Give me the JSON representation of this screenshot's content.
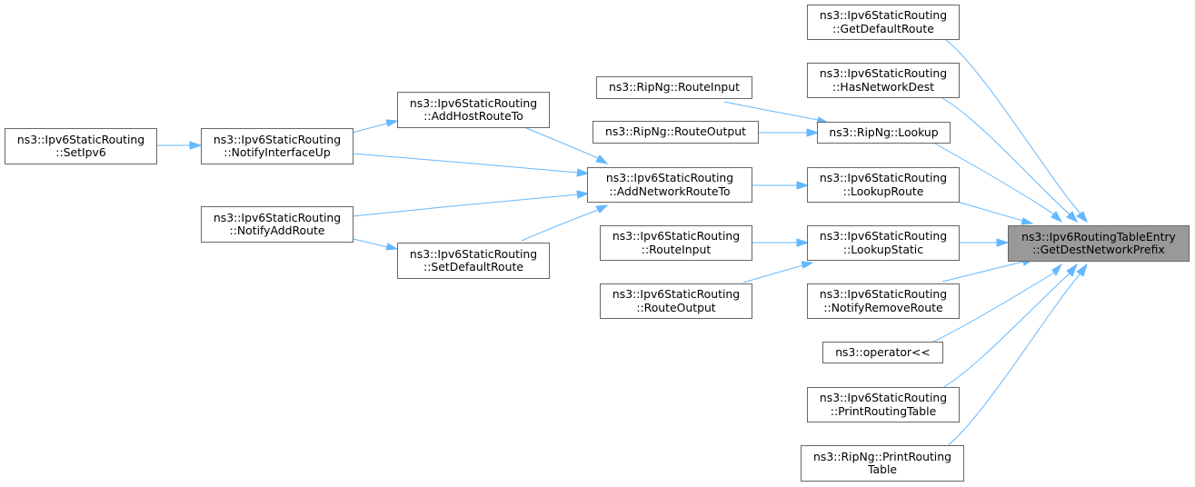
{
  "nodes": {
    "getDestNetworkPrefix": [
      "ns3::Ipv6RoutingTableEntry",
      "::GetDestNetworkPrefix"
    ],
    "getDefaultRoute": [
      "ns3::Ipv6StaticRouting",
      "::GetDefaultRoute"
    ],
    "hasNetworkDest": [
      "ns3::Ipv6StaticRouting",
      "::HasNetworkDest"
    ],
    "ripNgLookup": [
      "ns3::RipNg::Lookup"
    ],
    "lookupRoute": [
      "ns3::Ipv6StaticRouting",
      "::LookupRoute"
    ],
    "lookupStatic": [
      "ns3::Ipv6StaticRouting",
      "::LookupStatic"
    ],
    "notifyRemoveRoute": [
      "ns3::Ipv6StaticRouting",
      "::NotifyRemoveRoute"
    ],
    "operatorShift": [
      "ns3::operator<<"
    ],
    "printRoutingTable": [
      "ns3::Ipv6StaticRouting",
      "::PrintRoutingTable"
    ],
    "ripNgPrintRoutingTable": [
      "ns3::RipNg::PrintRouting",
      "Table"
    ],
    "ripNgRouteInput": [
      "ns3::RipNg::RouteInput"
    ],
    "ripNgRouteOutput": [
      "ns3::RipNg::RouteOutput"
    ],
    "addNetworkRouteTo": [
      "ns3::Ipv6StaticRouting",
      "::AddNetworkRouteTo"
    ],
    "routeInput": [
      "ns3::Ipv6StaticRouting",
      "::RouteInput"
    ],
    "routeOutput": [
      "ns3::Ipv6StaticRouting",
      "::RouteOutput"
    ],
    "addHostRouteTo": [
      "ns3::Ipv6StaticRouting",
      "::AddHostRouteTo"
    ],
    "setDefaultRoute": [
      "ns3::Ipv6StaticRouting",
      "::SetDefaultRoute"
    ],
    "notifyInterfaceUp": [
      "ns3::Ipv6StaticRouting",
      "::NotifyInterfaceUp"
    ],
    "notifyAddRoute": [
      "ns3::Ipv6StaticRouting",
      "::NotifyAddRoute"
    ],
    "setIpv6": [
      "ns3::Ipv6StaticRouting",
      "::SetIpv6"
    ]
  },
  "colors": {
    "edge": "#63b8ff",
    "node_border": "#666666",
    "root_fill": "#999999"
  }
}
